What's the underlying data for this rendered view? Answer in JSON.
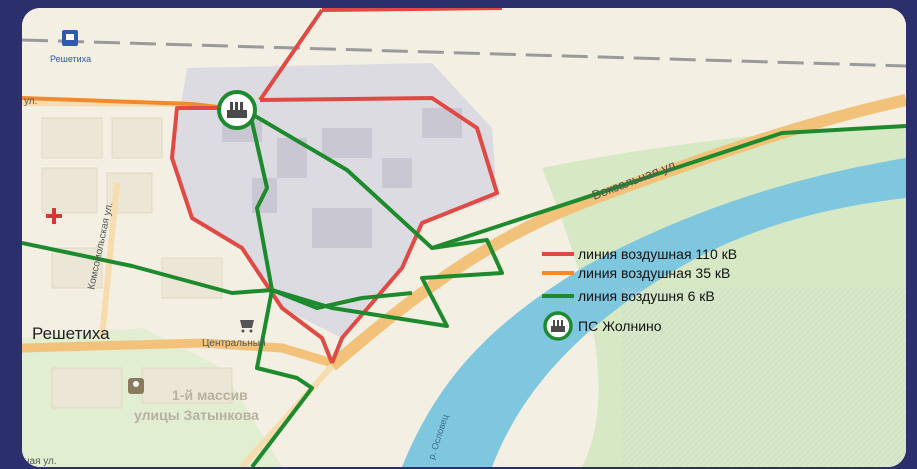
{
  "map": {
    "place_labels": {
      "station": "Решетиха",
      "town": "Решетиха",
      "center": "Центральный",
      "block_line1": "1-й массив",
      "block_line2": "улицы Затынкова"
    },
    "street_labels": {
      "top_left": "ул.",
      "komsomolskaya": "Комсомольская ул.",
      "vokzalnaya": "Вокзальная ул.",
      "bottom_left": "ная ул."
    },
    "river_label": "р. Ословец",
    "substation_icon": "substation-icon",
    "colors": {
      "line_110": "#e04a44",
      "line_35": "#ef8a2e",
      "line_6": "#1e8a2e",
      "road": "#f2c27a",
      "river": "#7fc6df",
      "industrial": "#dcdbe2",
      "green_area": "#cfe6bc"
    }
  },
  "legend": {
    "items": [
      {
        "label": "линия воздушная 110 кВ",
        "color": "#e04a44"
      },
      {
        "label": "линия воздушная 35 кВ",
        "color": "#ef8a2e"
      },
      {
        "label": "линия воздушня 6 кВ",
        "color": "#1e8a2e"
      }
    ],
    "substation_label": "ПС Жолнино"
  }
}
